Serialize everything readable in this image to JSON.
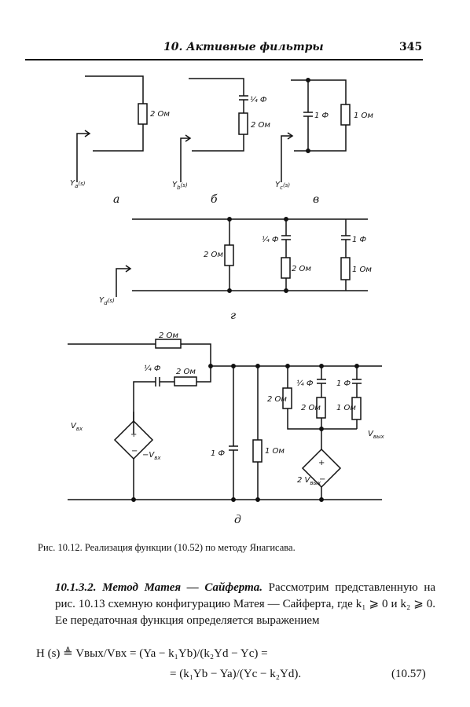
{
  "header": {
    "chapter_title": "10. Активные фильтры",
    "page_number": "345"
  },
  "figure": {
    "labels": {
      "r2": "2 Ом",
      "r1": "1 Ом",
      "c_quarter": "¼ Ф",
      "c1": "1 Ф",
      "vin": "V",
      "vin_sub": "вх",
      "minus_vin": "−V",
      "minus_vin_sub": "вх",
      "vout": "V",
      "vout_sub": "вых",
      "two_vout": "2 V",
      "two_vout_sub": "вых",
      "ya": "Y",
      "ya_sub": "a",
      "yb": "Y",
      "yb_sub": "b",
      "yc": "Y",
      "yc_sub": "c",
      "yd": "Y",
      "yd_sub": "d",
      "s_arg": "(s)"
    },
    "panel_letters": [
      "а",
      "б",
      "в",
      "г",
      "д"
    ],
    "caption": "Рис. 10.12. Реализация функции (10.52) по методу Янагисава."
  },
  "section": {
    "heading": "10.1.3.2. Метод Матея — Сайферта.",
    "text": "Рассмотрим представленную на рис. 10.13 схемную конфигурацию Матея — Сайферта, где k₁ ⩾ 0 и k₂ ⩾ 0. Ее передаточная функция определяется выражением"
  },
  "equation": {
    "line1": "H (s) ≜ Vвых/Vвх = (Ya − k₁Yb)/(k₂Yd − Yc) =",
    "line2": "= (k₁Yb − Ya)/(Yc − k₂Yd).",
    "number": "(10.57)"
  }
}
